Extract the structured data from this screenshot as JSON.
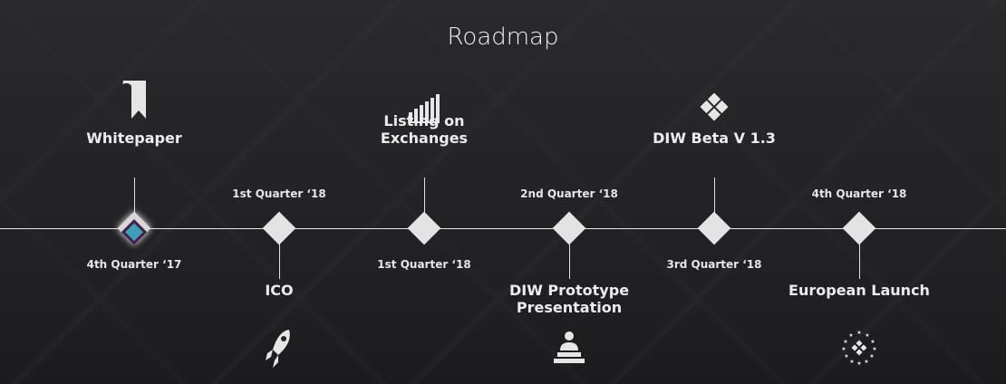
{
  "title": "Roadmap",
  "milestones": [
    {
      "label": "Whitepaper",
      "date": "4th Quarter ‘17",
      "icon": "bookmark-icon",
      "active": true
    },
    {
      "label": "ICO",
      "date": "1st Quarter ‘18",
      "icon": "rocket-icon"
    },
    {
      "label": "Listing on Exchanges",
      "date": "1st Quarter ‘18",
      "icon": "bar-chart-icon"
    },
    {
      "label": "DIW Prototype Presentation",
      "date": "2nd Quarter ‘18",
      "icon": "presenter-icon"
    },
    {
      "label": "DIW Beta V 1.3",
      "date": "3rd Quarter ‘18",
      "icon": "diw-logo-icon"
    },
    {
      "label": "European Launch",
      "date": "4th Quarter ‘18",
      "icon": "eu-stars-icon"
    }
  ]
}
